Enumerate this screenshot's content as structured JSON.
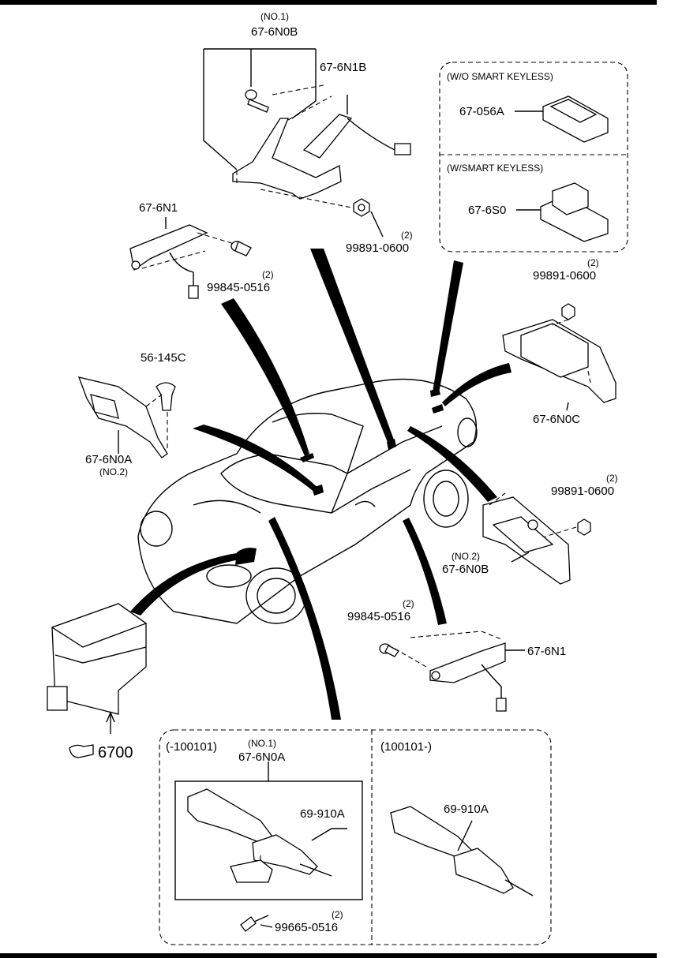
{
  "callouts": {
    "p_6n0b_no1_qual": "(NO.1)",
    "p_6n0b_no1": "67-6N0B",
    "p_6n1b": "67-6N1B",
    "p_6n1_top": "67-6N1",
    "p_99845_top_qty": "(2)",
    "p_99845_top": "99845-0516",
    "p_99891_top_qty": "(2)",
    "p_99891_top": "99891-0600",
    "p_56145c": "56-145C",
    "p_6n0a_no2": "67-6N0A",
    "p_6n0a_no2_qual": "(NO.2)",
    "p_99891_right_qty": "(2)",
    "p_99891_right": "99891-0600",
    "p_6n0c": "67-6N0C",
    "p_99891_mid_qty": "(2)",
    "p_99891_mid": "99891-0600",
    "p_6n0b_no2_qual": "(NO.2)",
    "p_6n0b_no2": "67-6N0B",
    "p_99845_bot_qty": "(2)",
    "p_99845_bot": "99845-0516",
    "p_6n1_bot": "67-6N1",
    "p_6700": "6700"
  },
  "keyless_box": {
    "wo_header": "(W/O SMART KEYLESS)",
    "wo_part": "67-056A",
    "w_header": "(W/SMART KEYLESS)",
    "w_part": "67-6S0"
  },
  "bottom_box": {
    "left_header": "(-100101)",
    "left_qual": "(NO.1)",
    "left_part": "67-6N0A",
    "left_sub_part": "69-910A",
    "left_screw_qty": "(2)",
    "left_screw": "99665-0516",
    "right_header": "(100101-)",
    "right_part": "69-910A"
  }
}
